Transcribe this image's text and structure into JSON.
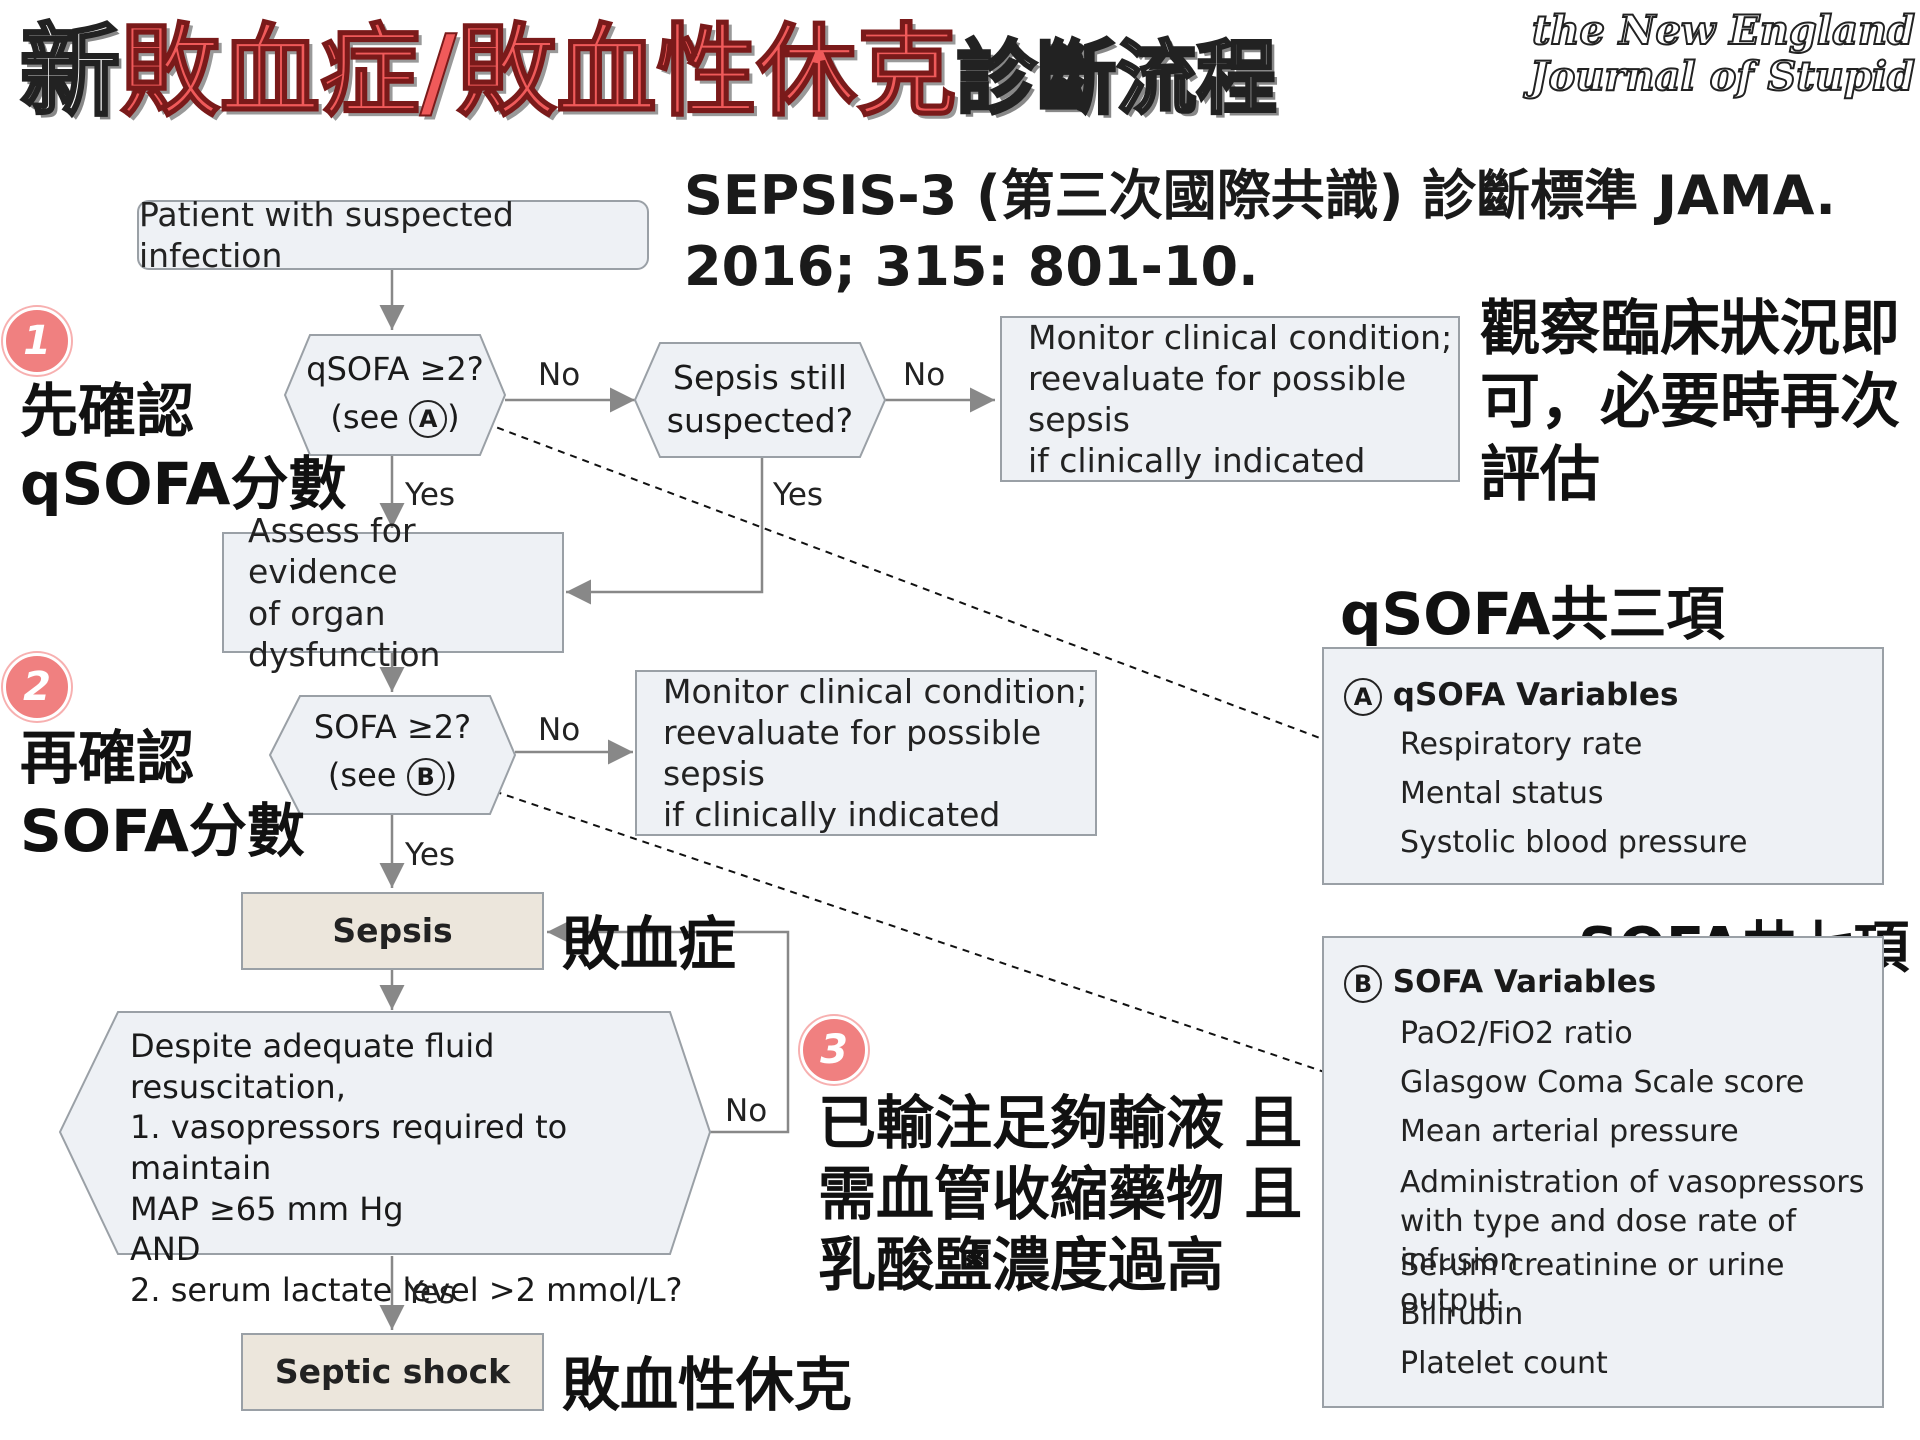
{
  "title": {
    "prefix": "新",
    "highlight": "敗血症/敗血性休克",
    "suffix": "診斷流程"
  },
  "logo": {
    "line1": "the New England",
    "line2": "Journal of Stupid"
  },
  "citation": {
    "line1": "SEPSIS-3 (第三次國際共識) 診斷標準 JAMA.",
    "line2": "2016; 315: 801-10."
  },
  "flow": {
    "start": "Patient with suspected infection",
    "qsofa_q_line1": "qSOFA ≥2?",
    "qsofa_q_see": "(see",
    "qsofa_q_letter": "A",
    "qsofa_q_close": ")",
    "sepsis_still": "Sepsis still\nsuspected?",
    "monitor1": "Monitor clinical condition;\nreevaluate for possible sepsis\nif clinically indicated",
    "assess": "Assess for evidence\nof organ dysfunction",
    "sofa_q_line1": "SOFA ≥2?",
    "sofa_q_see": "(see",
    "sofa_q_letter": "B",
    "sofa_q_close": ")",
    "monitor2": "Monitor clinical condition;\nreevaluate for possible sepsis\nif clinically indicated",
    "sepsis": "Sepsis",
    "shock_q": "Despite adequate fluid resuscitation,\n1. vasopressors required to maintain\nMAP ≥65 mm Hg\nAND\n2. serum lactate level >2 mmol/L?",
    "septic_shock": "Septic shock",
    "no": "No",
    "yes": "Yes"
  },
  "annotations": {
    "step1": "先確認\nqSOFA分數",
    "step2": "再確認\nSOFA分數",
    "observe": "觀察臨床狀況即\n可，必要時再次\n評估",
    "qsofa_count": "qSOFA共三項",
    "sofa_count": "SOFA共七項",
    "sepsis_cn": "敗血症",
    "shock_cn": "敗血性休克",
    "step3": "已輸注足夠輸液 且\n需血管收縮藥物 且\n乳酸鹽濃度過高"
  },
  "badges": [
    "1",
    "2",
    "3"
  ],
  "qsofa_vars": {
    "letter": "A",
    "heading": "qSOFA Variables",
    "items": [
      "Respiratory rate",
      "Mental status",
      "Systolic blood pressure"
    ]
  },
  "sofa_vars": {
    "letter": "B",
    "heading": "SOFA Variables",
    "items": [
      "PaO2/FiO2 ratio",
      "Glasgow Coma Scale score",
      "Mean arterial pressure",
      "Administration of vasopressors\nwith type and dose rate of infusion",
      "Serum creatinine or urine output",
      "Bilirubin",
      "Platelet count"
    ]
  },
  "colors": {
    "highlight": "#f05a5a",
    "box_fill": "#eef1f5",
    "tan_fill": "#ece6dc",
    "badge": "#f08080"
  }
}
